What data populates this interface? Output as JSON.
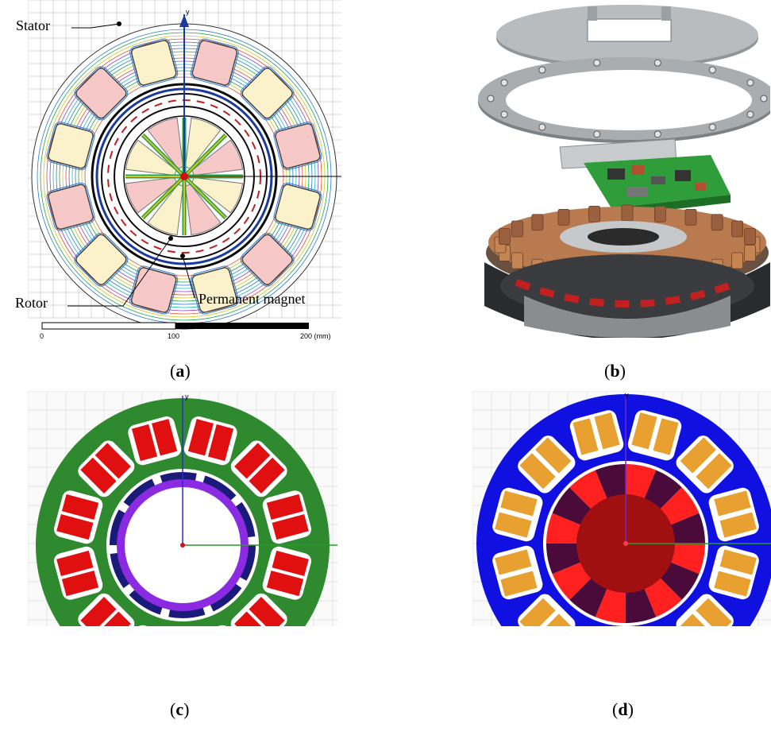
{
  "panels": {
    "a": {
      "caption": "a",
      "labels": {
        "stator": "Stator",
        "rotor": "Rotor",
        "magnet": "Permanent magnet"
      },
      "axis_y": "y",
      "scale": {
        "ticks": [
          "0",
          "100",
          "200 (mm)"
        ]
      }
    },
    "b": {
      "caption": "b"
    },
    "c": {
      "caption": "c",
      "axis_y": "y"
    },
    "d": {
      "caption": "d",
      "axis_y": "y"
    }
  },
  "colors": {
    "c_stator": "#2f8a2f",
    "c_coil": "#e01010",
    "c_rotor_magnet": "#1a1a7a",
    "c_rotor_ring": "#8a2be2",
    "d_stator": "#1010e0",
    "d_coil": "#e8a030",
    "d_rotor_dark": "#4a0a3a",
    "d_rotor_red": "#ff2020",
    "d_core": "#a01010"
  }
}
